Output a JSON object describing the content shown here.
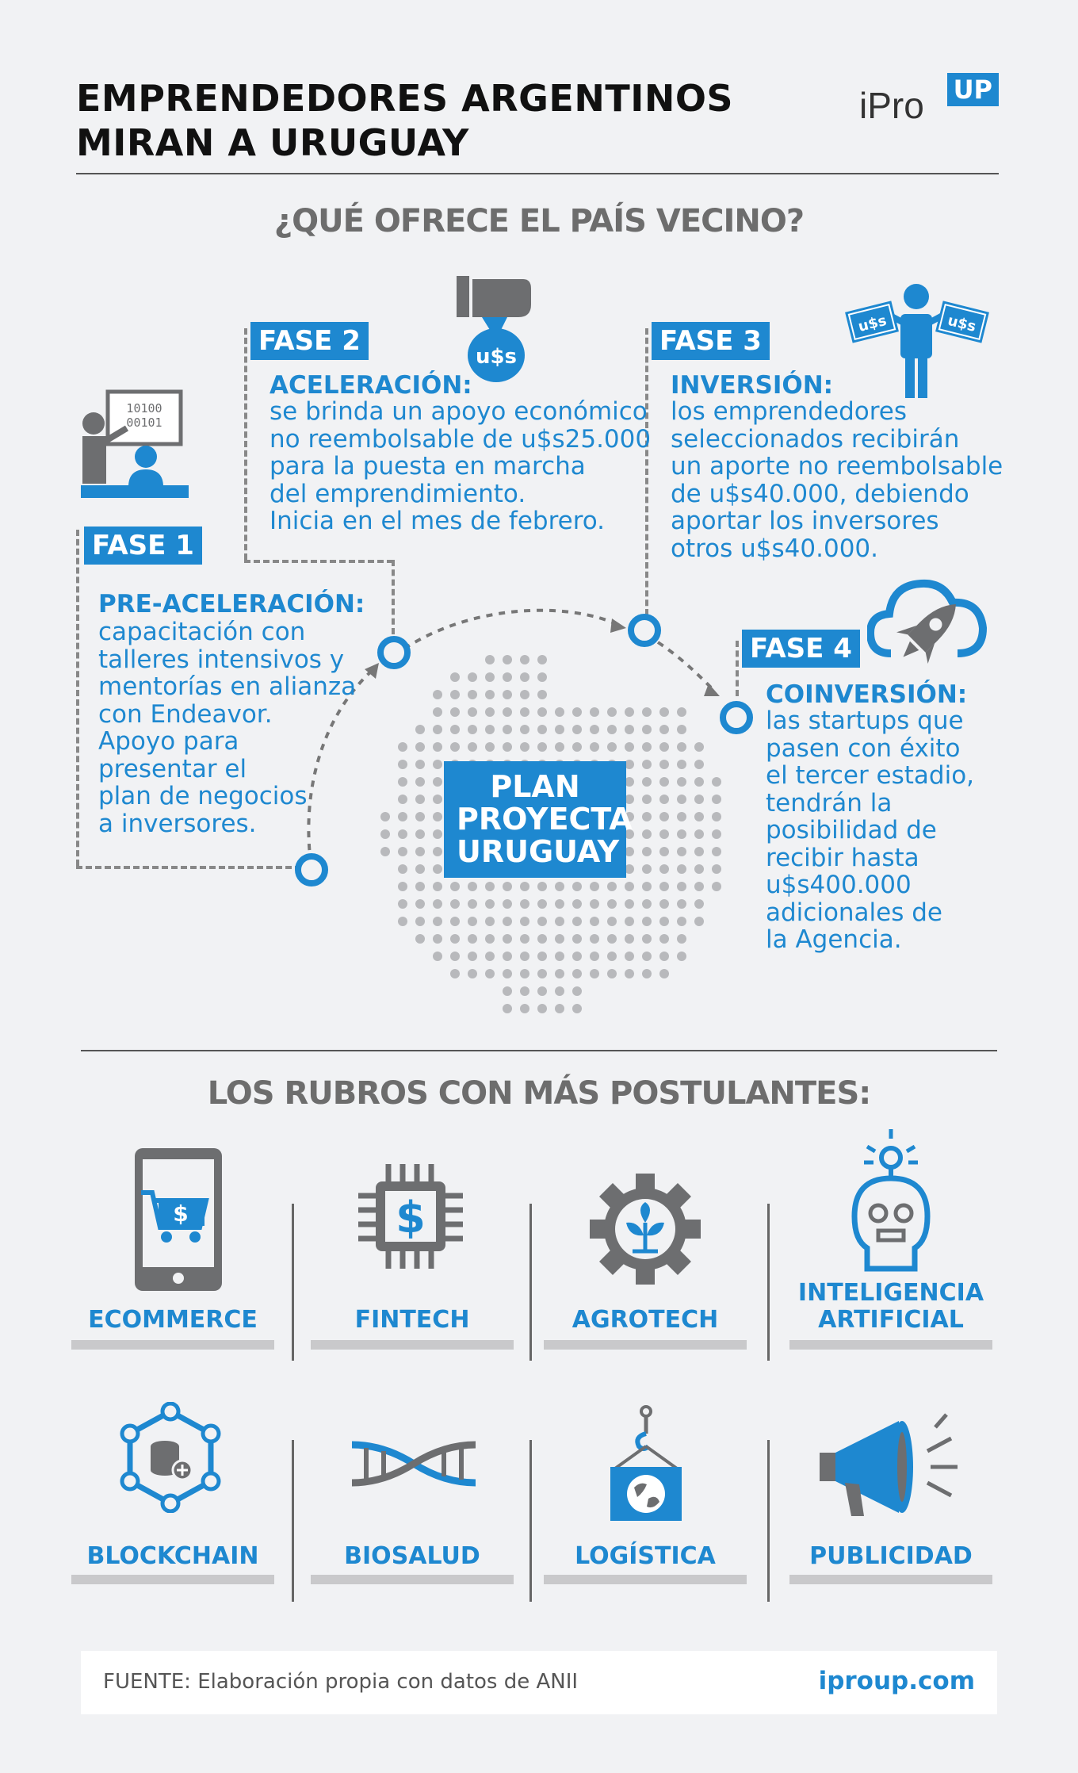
{
  "header": {
    "title_line1": "EMPRENDEDORES ARGENTINOS",
    "title_line2": "MIRAN A URUGUAY",
    "logo_text": "iPro",
    "logo_badge": "UP"
  },
  "section1": {
    "title": "¿QUÉ OFRECE EL PAÍS VECINO?",
    "center_label": "PLAN\nPROYECTA\nURUGUAY",
    "phases": [
      {
        "tag": "FASE 1",
        "heading": "PRE-ACELERACIÓN:",
        "text": "capacitación con\ntalleres intensivos y\nmentorías en alianza\ncon Endeavor.\nApoyo para\npresentar el\nplan de negocios\na inversores."
      },
      {
        "tag": "FASE 2",
        "heading": "ACELERACIÓN:",
        "text": "se brinda un apoyo económico\nno reembolsable de u$s25.000\npara la puesta en marcha\ndel emprendimiento.\nInicia en el mes de febrero."
      },
      {
        "tag": "FASE 3",
        "heading": "INVERSIÓN:",
        "text": "los emprendedores\nseleccionados recibirán\nun aporte no reembolsable\nde u$s40.000, debiendo\naportar los inversores\notros u$s40.000."
      },
      {
        "tag": "FASE 4",
        "heading": "COINVERSIÓN:",
        "text": "las startups que\npasen con éxito\nel tercer estadio,\ntendrán la\nposibilidad de\nrecibir hasta\nu$s400.000\nadicionales de\nla Agencia."
      }
    ],
    "money_icon_text": "u$s",
    "bill_text": "u$s",
    "binary_text": "10100\n00101"
  },
  "section2": {
    "title": "LOS RUBROS CON MÁS POSTULANTES:",
    "categories": [
      {
        "label": "ECOMMERCE",
        "icon": "phone-cart-icon"
      },
      {
        "label": "FINTECH",
        "icon": "chip-dollar-icon"
      },
      {
        "label": "AGROTECH",
        "icon": "gear-plant-icon"
      },
      {
        "label": "INTELIGENCIA\nARTIFICIAL",
        "icon": "robot-head-icon"
      },
      {
        "label": "BLOCKCHAIN",
        "icon": "blockchain-icon"
      },
      {
        "label": "BIOSALUD",
        "icon": "dna-icon"
      },
      {
        "label": "LOGÍSTICA",
        "icon": "crane-box-icon"
      },
      {
        "label": "PUBLICIDAD",
        "icon": "megaphone-icon"
      }
    ]
  },
  "footer": {
    "source": "FUENTE: Elaboración propia con datos de ANII",
    "url": "iproup.com"
  },
  "colors": {
    "accent": "#1e88d0",
    "gray_icon": "#6d6e70",
    "background": "#f1f2f4"
  }
}
